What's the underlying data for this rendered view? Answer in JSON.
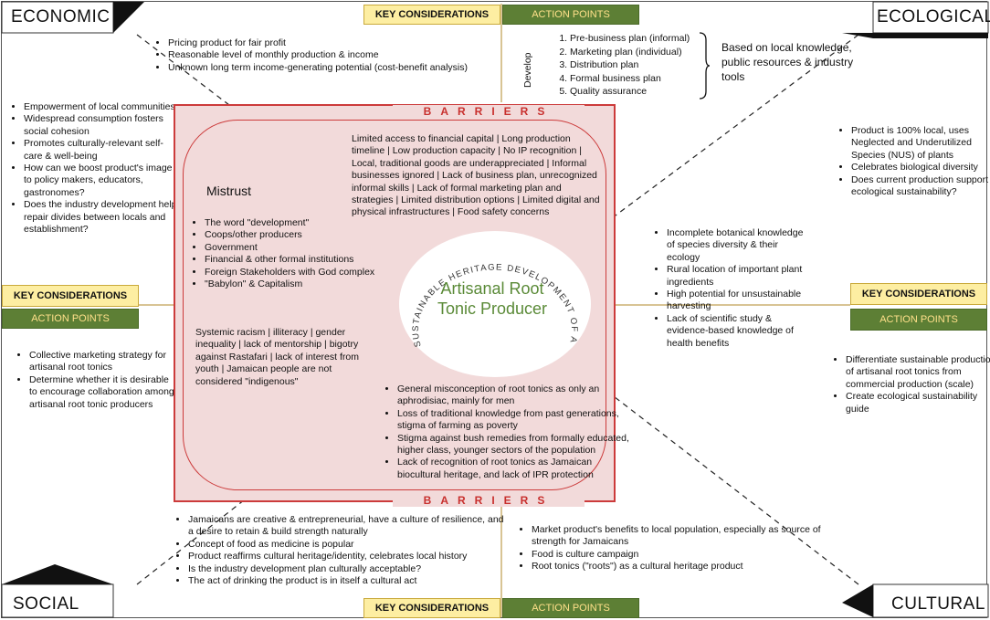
{
  "corners": {
    "economic": "ECONOMIC",
    "ecological": "ECOLOGICAL",
    "social": "SOCIAL",
    "cultural": "CULTURAL"
  },
  "labels": {
    "key_considerations": "KEY CONSIDERATIONS",
    "action_points": "ACTION POINTS",
    "barriers": "BARRIERS",
    "develop": "Develop",
    "develop_note": "Based on local knowledge, public resources & industry tools"
  },
  "center": {
    "title_line1": "Artisanal Root",
    "title_line2": "Tonic Producer",
    "ring_text": "SUSTAINABLE HERITAGE DEVELOPMENT OF A COTTAGE INDUSTRY"
  },
  "economic_considerations": [
    "Pricing product for fair profit",
    "Reasonable level of monthly production & income",
    "Unknown long term income-generating potential (cost-benefit analysis)"
  ],
  "economic_actions": [
    "Pre-business plan (informal)",
    "Marketing plan (individual)",
    "Distribution plan",
    "Formal business plan",
    "Quality assurance"
  ],
  "social_considerations_left": [
    "Empowerment of local communities",
    "Widespread consumption fosters social cohesion",
    "Promotes culturally-relevant self-care & well-being",
    "How can we boost product's image to policy makers, educators, gastronomes?",
    "Does the industry development help repair divides between locals and establishment?"
  ],
  "social_actions_left": [
    "Collective marketing strategy for artisanal root tonics",
    "Determine whether it is desirable to encourage collaboration among artisanal root tonic producers"
  ],
  "ecological_considerations": [
    "Product is 100% local, uses Neglected and Underutilized Species (NUS) of plants",
    "Celebrates biological diversity",
    "Does current production support ecological sustainability?"
  ],
  "ecological_actions": [
    "Differentiate sustainable production of artisanal root tonics from commercial production (scale)",
    "Create ecological sustainability guide"
  ],
  "cultural_considerations": [
    "Jamaicans are creative & entrepreneurial, have a culture of resilience, and a desire to retain & build strength naturally",
    "Concept of food as medicine is popular",
    "Product reaffirms cultural heritage/identity, celebrates local history",
    "Is the industry development plan culturally acceptable?",
    "The act of drinking the product is in itself a cultural act"
  ],
  "cultural_actions": [
    "Market product's benefits to local population, especially as source of strength for Jamaicans",
    "Food is culture campaign",
    "Root tonics (\"roots\") as a cultural heritage product"
  ],
  "barriers": {
    "economic_text": "Limited access to financial capital | Long production timeline | Low production capacity | No IP recognition | Local, traditional goods are underappreciated | Informal businesses ignored | Lack of business plan, unrecognized informal skills | Lack of formal marketing plan and strategies | Limited distribution options | Limited digital and physical infrastructures | Food safety concerns",
    "mistrust_title": "Mistrust",
    "mistrust_items": [
      "The word \"development\"",
      "Coops/other producers",
      "Government",
      "Financial & other formal institutions",
      "Foreign Stakeholders with God complex",
      "\"Babylon\" & Capitalism"
    ],
    "social_text": "Systemic racism | illiteracy | gender inequality | lack of mentorship | bigotry against Rastafari | lack of interest from youth | Jamaican people are not considered \"indigenous\"",
    "ecological_items": [
      "Incomplete botanical knowledge of species diversity & their ecology",
      "Rural location of important plant ingredients",
      "High potential for unsustainable harvesting",
      "Lack of scientific study & evidence-based knowledge of health benefits"
    ],
    "cultural_items": [
      "General misconception of root tonics as only an aphrodisiac, mainly for men",
      "Loss of traditional knowledge from past generations, stigma of farming as poverty",
      "Stigma against bush remedies from formally educated, higher class, younger sectors of the population",
      "Lack of recognition of root tonics as Jamaican biocultural heritage, and lack of IPR protection"
    ]
  },
  "colors": {
    "barrier_red": "#cc3b3b",
    "barrier_fill": "#f2dada",
    "key_yellow": "#fdeea2",
    "action_green": "#5d7f35",
    "center_green": "#5a8a37"
  }
}
